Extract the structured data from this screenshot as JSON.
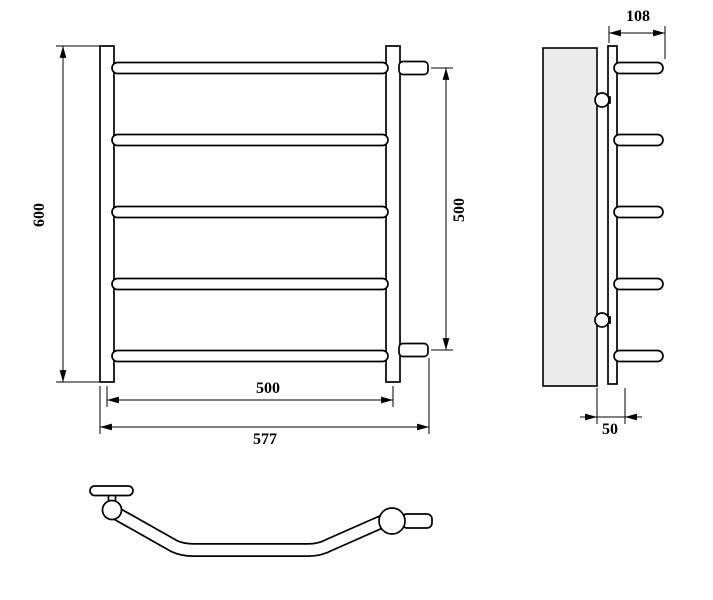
{
  "colors": {
    "background": "#ffffff",
    "line": "#000000",
    "wall_fill": "#ececec"
  },
  "drawing": {
    "front_view": {
      "height_label": "600",
      "connection_span_label": "500",
      "axis_span_label": "500",
      "overall_width_label": "577"
    },
    "side_view": {
      "depth_label": "108",
      "wall_offset_label": "50"
    }
  }
}
